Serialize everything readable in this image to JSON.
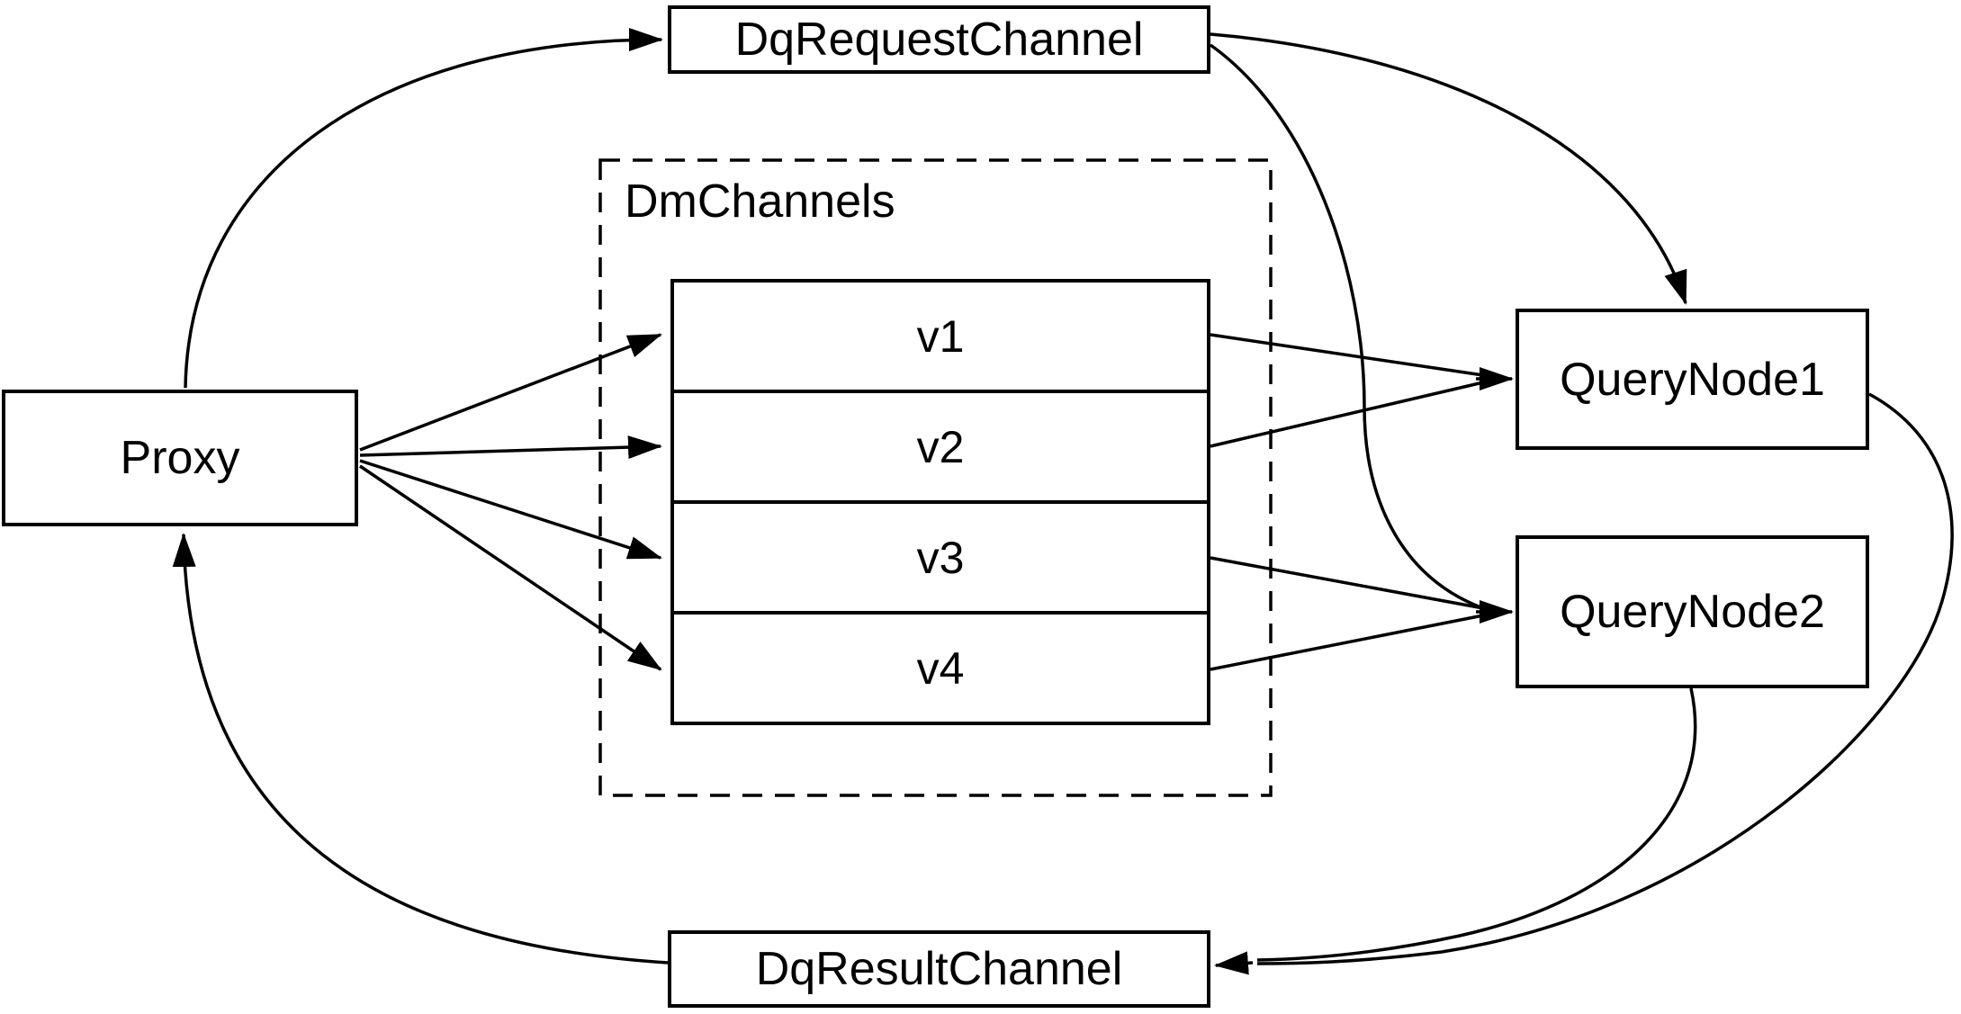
{
  "diagram": {
    "background_color": "#ffffff",
    "stroke_color": "#000000",
    "nodes": {
      "proxy": {
        "label": "Proxy"
      },
      "dq_request_channel": {
        "label": "DqRequestChannel"
      },
      "dm_channels_group": {
        "label": "DmChannels",
        "channels": [
          "v1",
          "v2",
          "v3",
          "v4"
        ]
      },
      "query_node_1": {
        "label": "QueryNode1"
      },
      "query_node_2": {
        "label": "QueryNode2"
      },
      "dq_result_channel": {
        "label": "DqResultChannel"
      }
    },
    "edges": [
      {
        "from": "Proxy",
        "to": "DqRequestChannel"
      },
      {
        "from": "Proxy",
        "to": "v1"
      },
      {
        "from": "Proxy",
        "to": "v2"
      },
      {
        "from": "Proxy",
        "to": "v3"
      },
      {
        "from": "Proxy",
        "to": "v4"
      },
      {
        "from": "v1",
        "to": "QueryNode1"
      },
      {
        "from": "v2",
        "to": "QueryNode1"
      },
      {
        "from": "v3",
        "to": "QueryNode2"
      },
      {
        "from": "v4",
        "to": "QueryNode2"
      },
      {
        "from": "DqRequestChannel",
        "to": "QueryNode1"
      },
      {
        "from": "DqRequestChannel",
        "to": "QueryNode2"
      },
      {
        "from": "QueryNode1",
        "to": "DqResultChannel"
      },
      {
        "from": "QueryNode2",
        "to": "DqResultChannel"
      },
      {
        "from": "DqResultChannel",
        "to": "Proxy"
      }
    ]
  }
}
